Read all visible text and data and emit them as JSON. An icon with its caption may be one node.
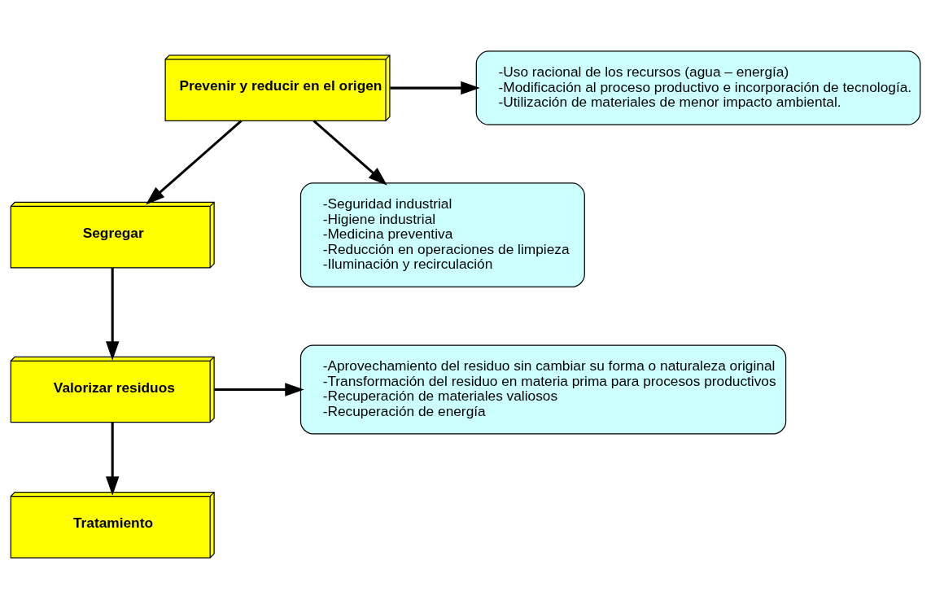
{
  "diagram": {
    "nodes": [
      {
        "text": [
          "Prevenir y reducir en el origen"
        ]
      },
      {
        "text": [
          "Segregar"
        ]
      },
      {
        "text": [
          "Valorizar residuos"
        ]
      },
      {
        "text": [
          "Tratamiento"
        ]
      },
      {
        "text": [
          "-Uso racional de los recursos (agua – energía)",
          "-Modificación al proceso productivo e incorporación de tecnología.",
          "-Utilización de materiales de menor impacto ambiental."
        ]
      },
      {
        "text": [
          "-Seguridad industrial",
          "-Higiene industrial",
          "-Medicina preventiva",
          "-Reducción en operaciones de limpieza",
          "-Iluminación y recirculación"
        ]
      },
      {
        "text": [
          "-Aprovechamiento del residuo sin cambiar su forma o naturaleza original",
          "-Transformación del residuo en materia prima para procesos productivos",
          "-Recuperación de materiales valiosos",
          "-Recuperación de energía"
        ]
      }
    ],
    "edges": [
      {
        "from": 0,
        "to": 1,
        "arrow": "to"
      },
      {
        "from": 1,
        "to": 2,
        "arrow": "to"
      },
      {
        "from": 2,
        "to": 3,
        "arrow": "to"
      },
      {
        "from": 0,
        "to": 4,
        "arrow": "to"
      },
      {
        "from": 0,
        "to": 5,
        "arrow": "to"
      },
      {
        "from": 2,
        "to": 6,
        "arrow": "to"
      }
    ]
  }
}
